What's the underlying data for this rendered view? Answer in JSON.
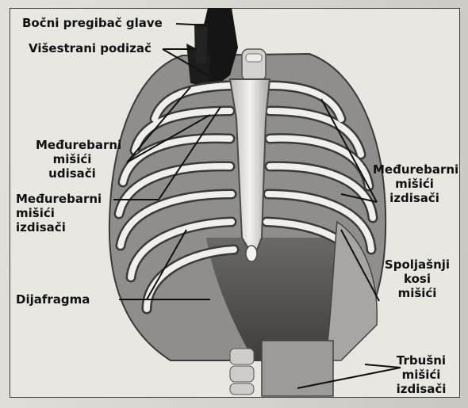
{
  "diagram": {
    "labels": {
      "lateral_flexor": "Bočni pregibač glave",
      "multifid_lifter": "Višestrani podizač",
      "inter_inhal_l1": "Međurebarni",
      "inter_inhal_l2": "mišići",
      "inter_inhal_l3": "udisači",
      "inter_exhal_left_l1": "Međurebarni",
      "inter_exhal_left_l2": "mišići",
      "inter_exhal_left_l3": "izdisači",
      "diaphragm": "Dijafragma",
      "inter_exhal_right_l1": "Međurebarni",
      "inter_exhal_right_l2": "mišići",
      "inter_exhal_right_l3": "izdisači",
      "ext_oblique_l1": "Spoljašnji",
      "ext_oblique_l2": "kosi",
      "ext_oblique_l3": "mišići",
      "abdominal_l1": "Trbušni",
      "abdominal_l2": "mišići",
      "abdominal_l3": "izdisači"
    }
  }
}
